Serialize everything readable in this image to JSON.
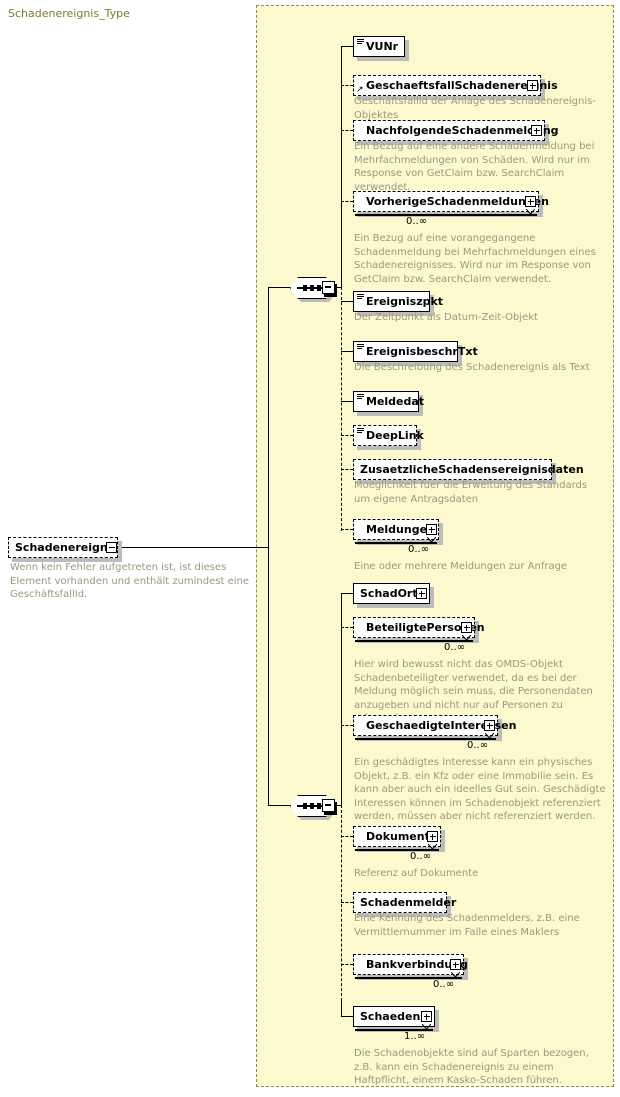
{
  "diagram": {
    "kind": "xsd-schema-diagram",
    "type_panel_title": "Schadenereignis_Type",
    "colors": {
      "panel_background": "#fbf9cd",
      "panel_border": "#8a8a5c",
      "title_text": "#7d7a2e",
      "doc_text": "#9a9a80",
      "node_border": "#000000",
      "node_background": "#ffffff",
      "shadow": "#bcbcbc"
    }
  },
  "root": {
    "name": "Schadenereignis",
    "border": "dashed",
    "expander": "minus",
    "documentation": "Wenn kein Fehler aufgetreten ist, ist dieses Element vorhanden und enthält zumindest eine GeschäftsfallId."
  },
  "compositors": [
    {
      "name": "sequence-1",
      "symbol": "•••",
      "expander": "minus"
    },
    {
      "name": "sequence-2",
      "symbol": "•••",
      "expander": "minus"
    }
  ],
  "groups": [
    {
      "id": "group-1",
      "elements": [
        {
          "name": "VUNr",
          "border": "solid",
          "icon": "lines-icon",
          "expander": null,
          "occurs": null,
          "documentation": null
        },
        {
          "name": "GeschaeftsfallSchadenereignis",
          "border": "dashed",
          "icon": "ref-arrow-icon",
          "expander": "plus",
          "occurs": null,
          "documentation": "Geschäftsfallid der Anlage des Schadenereignis-Objektes"
        },
        {
          "name": "NachfolgendeSchadenmeldung",
          "border": "dashed",
          "icon": null,
          "expander": "plus",
          "occurs": null,
          "documentation": "Ein Bezug auf eine andere Schadenmeldung bei Mehrfachmeldungen von Schäden. Wird nur im Response von GetClaim bzw. SearchClaim verwendet."
        },
        {
          "name": "VorherigeSchadenmeldungen",
          "border": "dashed",
          "icon": null,
          "expander": "plus",
          "occurs": "0..∞",
          "documentation": "Ein Bezug auf eine vorangegangene Schadenmeldung bei Mehrfachmeldungen eines Schadenereignisses. Wird nur im Response von GetClaim bzw. SearchClaim verwendet."
        },
        {
          "name": "Ereigniszpkt",
          "border": "solid",
          "icon": "lines-icon",
          "expander": null,
          "occurs": null,
          "documentation": "Der Zeitpunkt als Datum-Zeit-Objekt"
        },
        {
          "name": "EreignisbeschrTxt",
          "border": "solid",
          "icon": "lines-icon",
          "expander": null,
          "occurs": null,
          "documentation": "Die Beschreibung des Schadenereignis als Text"
        },
        {
          "name": "Meldedat",
          "border": "solid",
          "icon": "lines-icon",
          "expander": null,
          "occurs": null,
          "documentation": null
        },
        {
          "name": "DeepLink",
          "border": "dashed",
          "icon": "lines-icon",
          "expander": null,
          "occurs": null,
          "documentation": null
        },
        {
          "name": "ZusaetzlicheSchadensereignisdaten",
          "border": "dashed",
          "icon": null,
          "expander": null,
          "occurs": null,
          "documentation": "Moeglichkeit fuer die Erweitung des Standards um eigene Antragsdaten"
        },
        {
          "name": "Meldungen",
          "border": "dashed",
          "icon": null,
          "expander": "plus",
          "occurs": "0..∞",
          "documentation": "Eine oder mehrere Meldungen zur Anfrage"
        }
      ]
    },
    {
      "id": "group-2",
      "elements": [
        {
          "name": "SchadOrt",
          "border": "solid",
          "icon": null,
          "expander": "plus",
          "occurs": null,
          "documentation": null
        },
        {
          "name": "BeteiligtePersonen",
          "border": "dashed",
          "icon": null,
          "expander": "plus",
          "occurs": "0..∞",
          "documentation": "Hier wird bewusst nicht das OMDS-Objekt Schadenbeteiligter verwendet, da es bei der Meldung möglich sein muss, die Personendaten anzugeben und nicht nur auf Personen zu referenzieren."
        },
        {
          "name": "GeschaedigteInteressen",
          "border": "dashed",
          "icon": null,
          "expander": "plus",
          "occurs": "0..∞",
          "documentation": "Ein geschädigtes Interesse kann ein physisches Objekt, z.B. ein Kfz oder eine Immobilie sein. Es kann aber auch ein ideelles Gut sein. Geschädigte Interessen können im Schadenobjekt referenziert werden, müssen aber nicht referenziert werden."
        },
        {
          "name": "Dokumente",
          "border": "dashed",
          "icon": null,
          "expander": "plus",
          "occurs": "0..∞",
          "documentation": "Referenz auf Dokumente"
        },
        {
          "name": "Schadenmelder",
          "border": "dashed",
          "icon": null,
          "expander": null,
          "occurs": null,
          "documentation": "Eine Kennung des Schadenmelders, z.B. eine Vermittlernummer im Falle eines Maklers"
        },
        {
          "name": "Bankverbindung",
          "border": "dashed",
          "icon": null,
          "expander": "plus",
          "occurs": "0..∞",
          "documentation": null
        },
        {
          "name": "Schaeden",
          "border": "solid",
          "icon": null,
          "expander": "plus",
          "occurs": "1..∞",
          "documentation": "Die Schadenobjekte sind auf Sparten bezogen, z.B. kann ein Schadenereignis zu einem Haftpflicht, einem Kasko-Schaden führen."
        }
      ]
    }
  ],
  "occurs_labels": {
    "bankverbindung": "0..∞"
  }
}
